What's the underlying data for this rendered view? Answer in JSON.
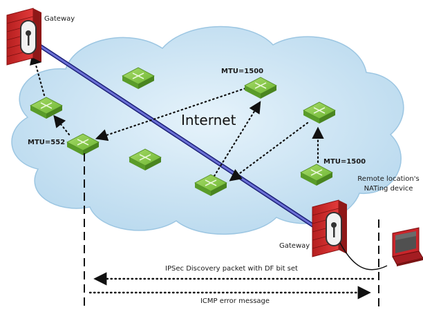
{
  "diagram": {
    "cloud_label": "Internet",
    "gateway_top_label": "Gateway",
    "gateway_bottom_label": "Gateway",
    "remote_label_line1": "Remote location's",
    "remote_label_line2": "NATing device",
    "mtu_left": "MTU=552",
    "mtu_top": "MTU=1500",
    "mtu_right": "MTU=1500",
    "arrow_discovery_label": "IPSec Discovery packet with DF bit set",
    "arrow_icmp_label": "ICMP error message",
    "colors": {
      "cloud_fill": "#c8e2f2",
      "tunnel": "#3a3fa8",
      "firewall": "#d42a2a",
      "router": "#7bc142",
      "laptop": "#c9252b"
    },
    "icons": [
      "firewall-icon",
      "router-icon",
      "laptop-icon"
    ]
  }
}
